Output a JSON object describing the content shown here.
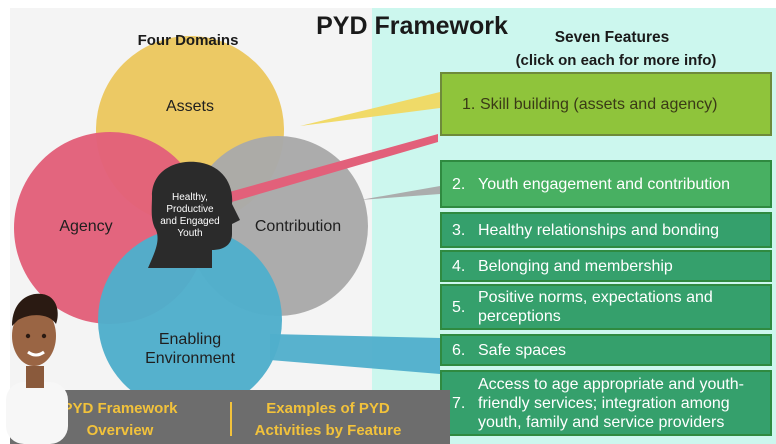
{
  "title": "PYD Framework",
  "headings": {
    "four_domains": "Four Domains",
    "seven_features": "Seven Features",
    "click_hint": "(click on each for more info)"
  },
  "domains": {
    "assets": "Assets",
    "agency": "Agency",
    "contribution": "Contribution",
    "enabling_line1": "Enabling",
    "enabling_line2": "Environment",
    "center_line1": "Healthy,",
    "center_line2": "Productive",
    "center_line3": "and Engaged",
    "center_line4": "Youth"
  },
  "features": [
    {
      "num": "1.",
      "text": "Skill building (assets and agency)"
    },
    {
      "num": "2.",
      "text": "Youth engagement and contribution"
    },
    {
      "num": "3.",
      "text": "Healthy relationships and bonding"
    },
    {
      "num": "4.",
      "text": "Belonging and membership"
    },
    {
      "num": "5.",
      "text": "Positive norms, expectations and perceptions"
    },
    {
      "num": "6.",
      "text": "Safe spaces"
    },
    {
      "num": "7.",
      "text": "Access to age appropriate and youth-friendly services; integration among youth, family and service providers"
    }
  ],
  "nav": {
    "overview_line1": "PYD Framework",
    "overview_line2": "Overview",
    "examples_line1": "Examples of PYD",
    "examples_line2": "Activities by Feature"
  },
  "colors": {
    "assets": "#ecc964",
    "agency": "#e2607a",
    "contribution": "#a9a9a9",
    "enabling": "#4faecb",
    "head": "#2b2b2b",
    "feature_highlight": "#8fc43b",
    "feature": "#35a06c",
    "nav_text": "#f2c23b"
  }
}
